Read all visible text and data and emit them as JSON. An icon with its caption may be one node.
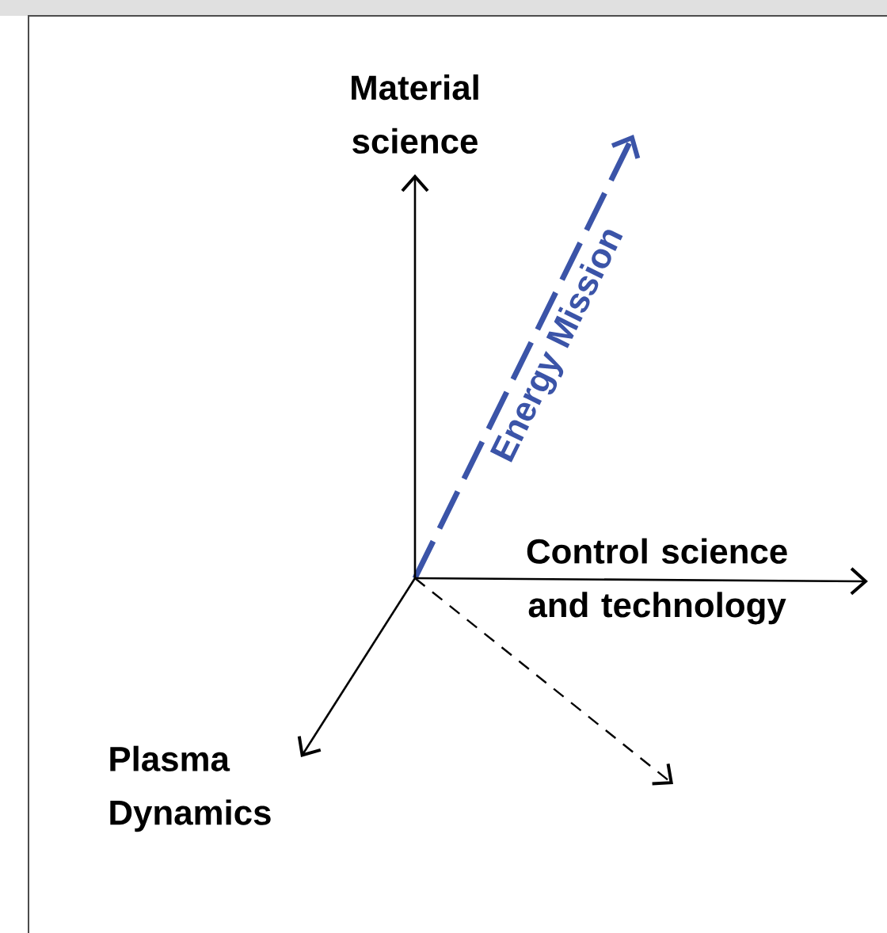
{
  "diagram": {
    "nodes": [
      {
        "text": [
          "Material science"
        ]
      },
      {
        "text": [
          "Control science and technology"
        ]
      },
      {
        "text": [
          "Plasma Dynamics"
        ]
      }
    ],
    "edges": [
      {
        "from": null,
        "to": 0,
        "arrow": "to"
      },
      {
        "from": null,
        "to": 1,
        "arrow": "to"
      },
      {
        "from": null,
        "to": 2,
        "arrow": "to"
      }
    ],
    "labels": [
      "Energy Mission"
    ]
  }
}
